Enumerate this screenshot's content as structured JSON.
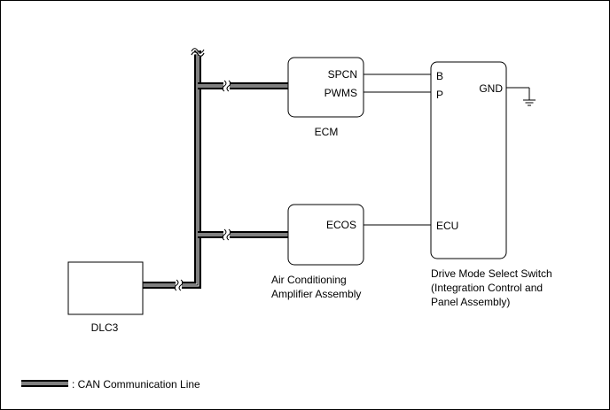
{
  "modules": {
    "ecm": {
      "label": "ECM",
      "pins": {
        "spcn": "SPCN",
        "pwms": "PWMS"
      }
    },
    "ac_amplifier": {
      "label_line1": "Air Conditioning",
      "label_line2": "Amplifier Assembly",
      "pins": {
        "ecos": "ECOS"
      }
    },
    "dlc3": {
      "label": "DLC3"
    },
    "drive_mode_switch": {
      "label_line1": "Drive Mode Select Switch",
      "label_line2": "(Integration Control and",
      "label_line3": "Panel Assembly)",
      "pins": {
        "b": "B",
        "p": "P",
        "ecu": "ECU",
        "gnd": "GND"
      }
    }
  },
  "legend": {
    "can_line_label": ": CAN Communication Line"
  }
}
